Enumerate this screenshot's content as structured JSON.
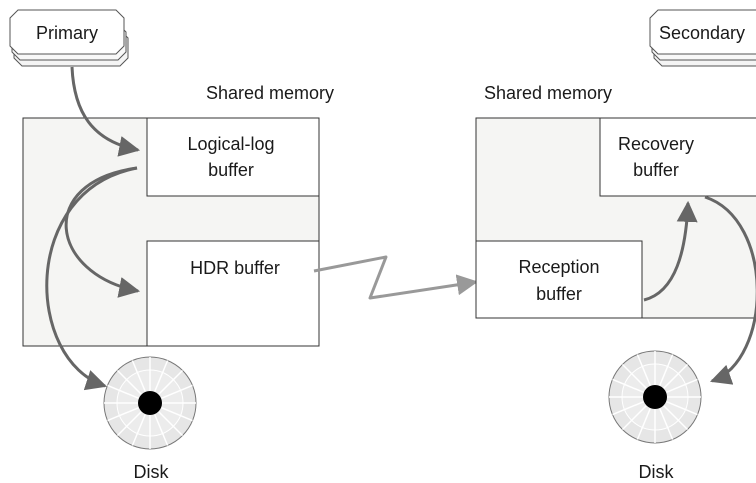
{
  "primary": {
    "server_label": "Primary",
    "memory_label": "Shared memory",
    "logical_log_line1": "Logical-log",
    "logical_log_line2": "buffer",
    "hdr_buffer": "HDR buffer",
    "disk_label": "Disk"
  },
  "secondary": {
    "server_label": "Secondary",
    "memory_label": "Shared memory",
    "recovery_line1": "Recovery",
    "recovery_line2": "buffer",
    "reception_line1": "Reception",
    "reception_line2": "buffer",
    "disk_label": "Disk"
  },
  "colors": {
    "panel_fill": "#f5f5f3",
    "box_stroke": "#333333",
    "arrow": "#666666",
    "link": "#999999",
    "disk_fill": "#e6e6e6",
    "disk_spoke": "#ffffff",
    "disk_hub": "#000000"
  }
}
